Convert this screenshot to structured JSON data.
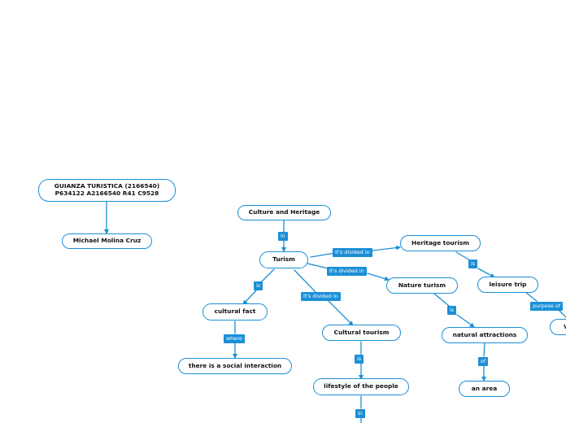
{
  "mindmap": {
    "accent_color": "#1b8fd6",
    "nodes": [
      {
        "id": "root",
        "text": "GUIANZA TURISTICA (2166540)\nP634122 A2166540 R41 C9528"
      },
      {
        "id": "author",
        "text": "Michael Molina Cruz"
      },
      {
        "id": "culture",
        "text": "Culture and Heritage"
      },
      {
        "id": "turism",
        "text": "Turism"
      },
      {
        "id": "heritage",
        "text": "Heritage tourism"
      },
      {
        "id": "leisure",
        "text": "leisure trip"
      },
      {
        "id": "v",
        "text": "V"
      },
      {
        "id": "nature",
        "text": "Nature turism"
      },
      {
        "id": "natural",
        "text": "natural attractions"
      },
      {
        "id": "area",
        "text": "an area"
      },
      {
        "id": "cultfact",
        "text": "cultural fact"
      },
      {
        "id": "social",
        "text": "there is a social interaction"
      },
      {
        "id": "cultural",
        "text": "Cultural tourism"
      },
      {
        "id": "lifestyle",
        "text": "lifestyle of the people"
      }
    ],
    "labels": [
      {
        "id": "in1",
        "text": "in"
      },
      {
        "id": "div1",
        "text": "it's divided in"
      },
      {
        "id": "div2",
        "text": "it's divided in"
      },
      {
        "id": "div3",
        "text": "it's divided in"
      },
      {
        "id": "is1",
        "text": "is"
      },
      {
        "id": "is2",
        "text": "is"
      },
      {
        "id": "is3",
        "text": "is"
      },
      {
        "id": "is4",
        "text": "is"
      },
      {
        "id": "purpose",
        "text": "purpose of"
      },
      {
        "id": "of1",
        "text": "of"
      },
      {
        "id": "where",
        "text": "where"
      },
      {
        "id": "in2",
        "text": "in"
      }
    ]
  }
}
